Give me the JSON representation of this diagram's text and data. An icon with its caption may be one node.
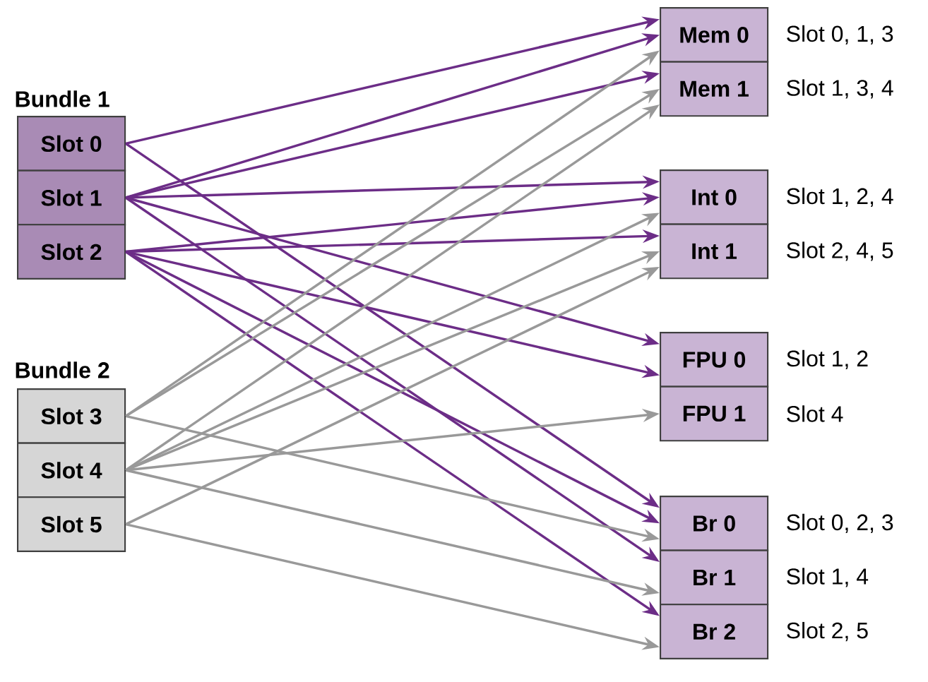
{
  "diagram": {
    "nodes": [
      {
        "text": [
          "Slot 0"
        ]
      },
      {
        "text": [
          "Slot 1"
        ]
      },
      {
        "text": [
          "Slot 2"
        ]
      },
      {
        "text": [
          "Slot 3"
        ]
      },
      {
        "text": [
          "Slot 4"
        ]
      },
      {
        "text": [
          "Slot 5"
        ]
      },
      {
        "text": [
          "Mem 0"
        ],
        "beside": [
          "Slot 0, 1, 3"
        ]
      },
      {
        "text": [
          "Mem 1"
        ],
        "beside": [
          "Slot 1, 3, 4"
        ]
      },
      {
        "text": [
          "Int 0"
        ],
        "beside": [
          "Slot 1, 2, 4"
        ]
      },
      {
        "text": [
          "Int 1"
        ],
        "beside": [
          "Slot 2, 4, 5"
        ]
      },
      {
        "text": [
          "FPU 0"
        ],
        "beside": [
          "Slot 1, 2"
        ]
      },
      {
        "text": [
          "FPU 1"
        ],
        "beside": [
          "Slot 4"
        ]
      },
      {
        "text": [
          "Br 0"
        ],
        "beside": [
          "Slot 0, 2, 3"
        ]
      },
      {
        "text": [
          "Br 1"
        ],
        "beside": [
          "Slot 1, 4"
        ]
      },
      {
        "text": [
          "Br 2"
        ],
        "beside": [
          "Slot 2, 5"
        ]
      }
    ],
    "edges": [
      {
        "from": 0,
        "to": 6,
        "arrow": "to"
      },
      {
        "from": 0,
        "to": 12,
        "arrow": "to"
      },
      {
        "from": 1,
        "to": 6,
        "arrow": "to"
      },
      {
        "from": 1,
        "to": 7,
        "arrow": "to"
      },
      {
        "from": 1,
        "to": 8,
        "arrow": "to"
      },
      {
        "from": 1,
        "to": 10,
        "arrow": "to"
      },
      {
        "from": 1,
        "to": 13,
        "arrow": "to"
      },
      {
        "from": 2,
        "to": 8,
        "arrow": "to"
      },
      {
        "from": 2,
        "to": 9,
        "arrow": "to"
      },
      {
        "from": 2,
        "to": 10,
        "arrow": "to"
      },
      {
        "from": 2,
        "to": 12,
        "arrow": "to"
      },
      {
        "from": 2,
        "to": 14,
        "arrow": "to"
      },
      {
        "from": 3,
        "to": 6,
        "arrow": "to",
        "color": "#999999"
      },
      {
        "from": 3,
        "to": 7,
        "arrow": "to",
        "color": "#999999"
      },
      {
        "from": 3,
        "to": 12,
        "arrow": "to",
        "color": "#999999"
      },
      {
        "from": 4,
        "to": 7,
        "arrow": "to",
        "color": "#999999"
      },
      {
        "from": 4,
        "to": 8,
        "arrow": "to",
        "color": "#999999"
      },
      {
        "from": 4,
        "to": 9,
        "arrow": "to",
        "color": "#999999"
      },
      {
        "from": 4,
        "to": 11,
        "arrow": "to",
        "color": "#999999"
      },
      {
        "from": 4,
        "to": 13,
        "arrow": "to",
        "color": "#999999"
      },
      {
        "from": 5,
        "to": 9,
        "arrow": "to",
        "color": "#999999"
      },
      {
        "from": 5,
        "to": 14,
        "arrow": "to",
        "color": "#999999"
      }
    ],
    "labels": [
      "Bundle 1",
      "Bundle 2"
    ]
  }
}
